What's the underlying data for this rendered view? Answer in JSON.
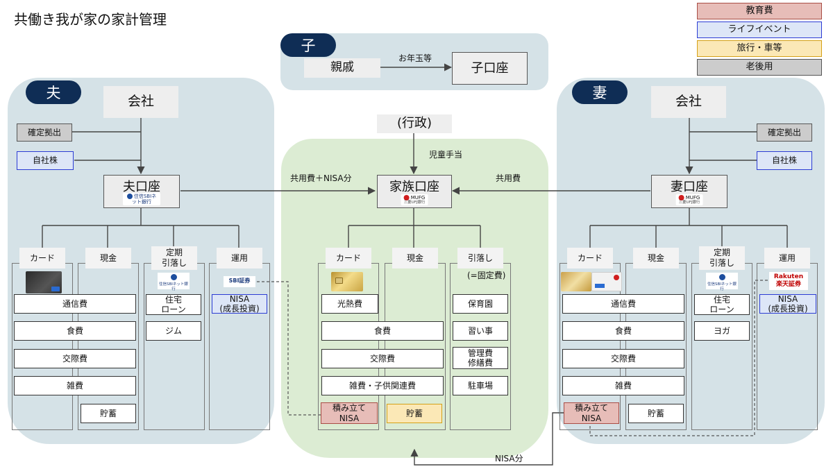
{
  "title": "共働き我が家の家計管理",
  "legend": {
    "education": "教育費",
    "life_event": "ライフイベント",
    "travel": "旅行・車等",
    "retirement": "老後用"
  },
  "child": {
    "badge": "子",
    "relatives": "親戚",
    "flow_label": "お年玉等",
    "account": "子口座"
  },
  "husband": {
    "badge": "夫",
    "company": "会社",
    "dc": "確定拠出",
    "esop": "自社株",
    "account": "夫口座",
    "bank_logo": "住信SBIネット銀行",
    "columns": {
      "card": "カード",
      "cash": "現金",
      "debit": "定期\n引落し",
      "invest": "運用"
    },
    "card_items": [
      "通信費",
      "食費",
      "交際費",
      "雑費"
    ],
    "cash_items": [
      "貯蓄"
    ],
    "debit_logo": "住信SBIネット銀行",
    "debit_items": [
      "住宅\nローン",
      "ジム"
    ],
    "invest_logo": "SBI証券",
    "invest_items": [
      "NISA\n(成長投資)"
    ]
  },
  "family": {
    "govt": "(行政)",
    "allowance": "児童手当",
    "from_husband": "共用費＋NISA分",
    "from_wife": "共用費",
    "account": "家族口座",
    "bank_logo": "MUFG",
    "bank_sub": "三菱UFJ銀行",
    "columns": {
      "card": "カード",
      "cash": "現金",
      "debit": "引落し",
      "debit_note": "(=固定費)"
    },
    "card_items": [
      "光熱費",
      "積み立て\nNISA"
    ],
    "shared_items": [
      "食費",
      "交際費",
      "雑費・子供関連費"
    ],
    "cash_items": [
      "貯蓄"
    ],
    "debit_items": [
      "保育園",
      "習い事",
      "管理費\n修繕費",
      "駐車場"
    ]
  },
  "wife": {
    "badge": "妻",
    "company": "会社",
    "dc": "確定拠出",
    "esop": "自社株",
    "account": "妻口座",
    "bank_logo": "MUFG",
    "bank_sub": "三菱UFJ銀行",
    "columns": {
      "card": "カード",
      "cash": "現金",
      "debit": "定期\n引落し",
      "invest": "運用"
    },
    "card_items": [
      "通信費",
      "食費",
      "交際費",
      "雑費",
      "積み立て\nNISA"
    ],
    "cash_items": [
      "貯蓄"
    ],
    "debit_logo": "住信SBIネット銀行",
    "debit_items": [
      "住宅\nローン",
      "ヨガ"
    ],
    "invest_logo": "Rakuten\n楽天証券",
    "invest_items": [
      "NISA\n(成長投資)"
    ]
  },
  "nisa_flow": "NISA分",
  "colors": {
    "region_blue": "#d5e2e7",
    "region_green": "#dcecd3",
    "badge": "#0f2d55",
    "education": "#e7bdb8",
    "life_event": "#dde6f7",
    "travel": "#fbe8b6",
    "retirement": "#cccccc"
  }
}
